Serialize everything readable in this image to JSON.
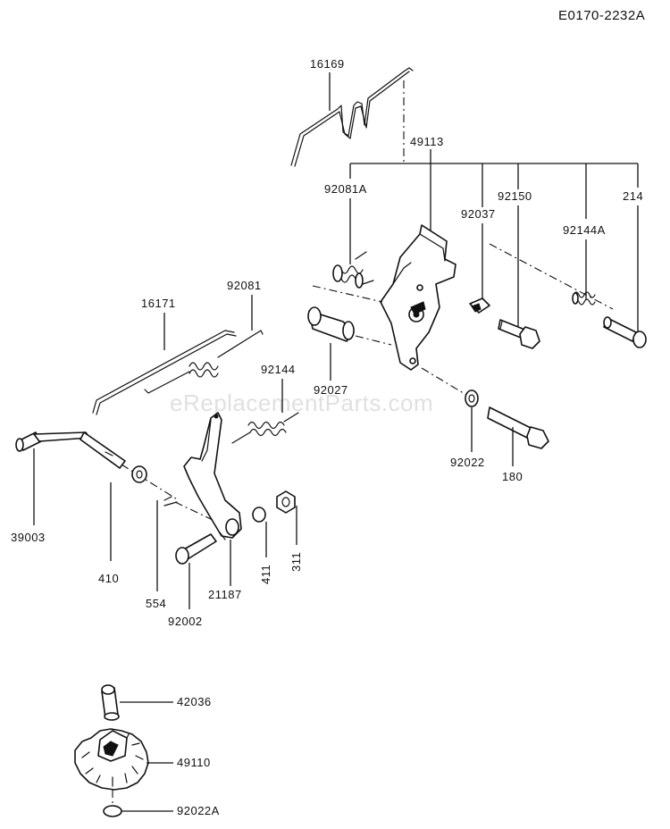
{
  "header": {
    "diagram_code": "E0170-2232A"
  },
  "watermark": "eReplacementParts.com",
  "parts": {
    "p16169": "16169",
    "p49113": "49113",
    "p92081A": "92081A",
    "p92037": "92037",
    "p92150": "92150",
    "p214": "214",
    "p92144A": "92144A",
    "p92081": "92081",
    "p16171": "16171",
    "p92144": "92144",
    "p92027": "92027",
    "p92022": "92022",
    "p180": "180",
    "p39003": "39003",
    "p410": "410",
    "p554": "554",
    "p92002": "92002",
    "p21187": "21187",
    "p411": "411",
    "p311": "311",
    "p42036": "42036",
    "p49110": "49110",
    "p92022A": "92022A"
  }
}
